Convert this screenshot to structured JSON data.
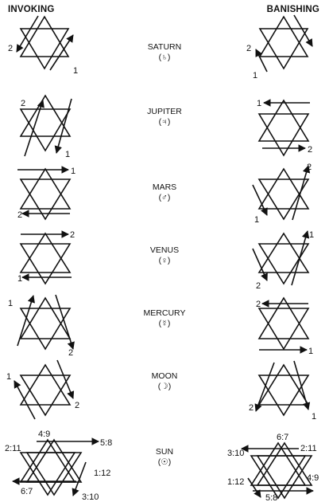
{
  "headers": {
    "invoking": "INVOKING",
    "banishing": "BANISHING"
  },
  "rows": [
    {
      "name": "SATURN",
      "symbol": "(♄)",
      "inv": [
        "2",
        "1"
      ],
      "ban": [
        "2",
        "1"
      ]
    },
    {
      "name": "JUPITER",
      "symbol": "(♃)",
      "inv": [
        "2",
        "1"
      ],
      "ban": [
        "1",
        "2"
      ]
    },
    {
      "name": "MARS",
      "symbol": "(♂)",
      "inv": [
        "1",
        "2"
      ],
      "ban": [
        "2",
        "1"
      ]
    },
    {
      "name": "VENUS",
      "symbol": "(♀)",
      "inv": [
        "2",
        "1"
      ],
      "ban": [
        "1",
        "2"
      ]
    },
    {
      "name": "MERCURY",
      "symbol": "(☿)",
      "inv": [
        "1",
        "2"
      ],
      "ban": [
        "2",
        "1"
      ]
    },
    {
      "name": "MOON",
      "symbol": "(☽)",
      "inv": [
        "1",
        "2"
      ],
      "ban": [
        "1",
        "2"
      ]
    },
    {
      "name": "SUN",
      "symbol": "(☉)",
      "inv": [
        "4:9",
        "5:8",
        "2:11",
        "1:12",
        "6:7",
        "3:10"
      ],
      "ban": [
        "6:7",
        "2:11",
        "3:10",
        "4:9",
        "1:12",
        "5:8"
      ]
    }
  ]
}
